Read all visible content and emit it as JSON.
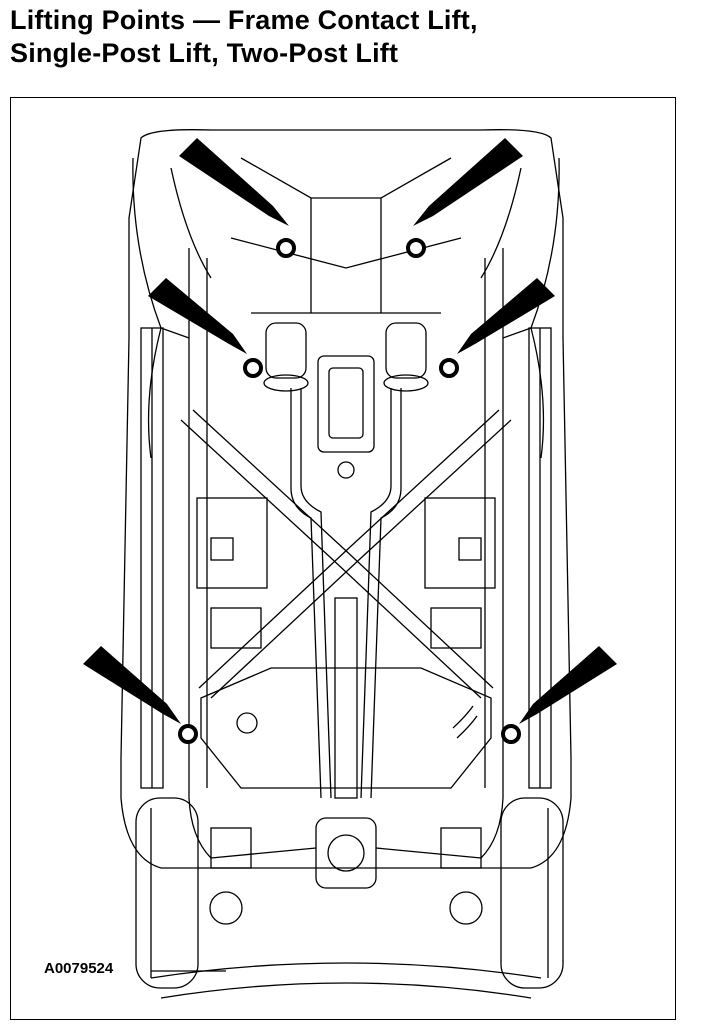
{
  "page": {
    "title_line1": "Lifting Points — Frame Contact Lift,",
    "title_line2": "Single-Post Lift, Two-Post Lift"
  },
  "figure": {
    "id_label": "A0079524",
    "lift_points": [
      {
        "name": "front-left"
      },
      {
        "name": "front-right"
      },
      {
        "name": "mid-left"
      },
      {
        "name": "mid-right"
      },
      {
        "name": "rear-left"
      },
      {
        "name": "rear-right"
      }
    ]
  }
}
